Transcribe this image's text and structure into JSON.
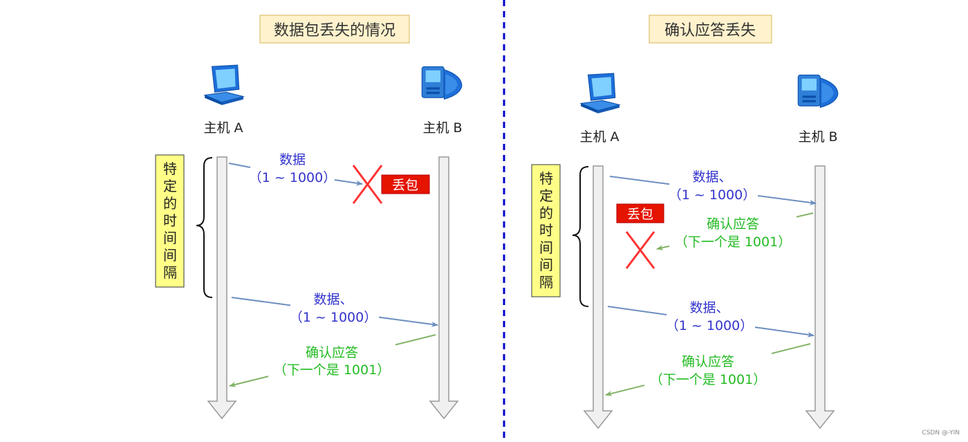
{
  "colors": {
    "title_bg": "#fff2cc",
    "title_border": "#d6b656",
    "label_bg": "#ffff88",
    "label_border": "#36393d",
    "data_arrow": "#6c8ebf",
    "ack_arrow": "#82b366",
    "data_text": "#3333cc",
    "ack_text": "#22bb22",
    "lost_badge": "#e51400",
    "cross": "#ff3333",
    "divider": "#0000cc",
    "lifeline_fill": "#f0f0f0",
    "lifeline_stroke": "#999999"
  },
  "left": {
    "title": "数据包丢失的情况",
    "host_a": "主机 A",
    "host_b": "主机 B",
    "interval_label": [
      "特",
      "定",
      "的",
      "时",
      "间",
      "间",
      "隔"
    ],
    "msg1": {
      "line1": "数据",
      "line2": "（1 ~ 1000）"
    },
    "lost_label": "丢包",
    "msg2": {
      "line1": "数据、",
      "line2": "（1 ~ 1000）"
    },
    "ack": {
      "line1": "确认应答",
      "line2": "（下一个是 1001）"
    }
  },
  "right": {
    "title": "确认应答丢失",
    "host_a": "主机 A",
    "host_b": "主机 B",
    "interval_label": [
      "特",
      "定",
      "的",
      "时",
      "间",
      "间",
      "隔"
    ],
    "msg1": {
      "line1": "数据、",
      "line2": "（1 ~ 1000）"
    },
    "lost_label": "丢包",
    "ack_lost": {
      "line1": "确认应答",
      "line2": "（下一个是 1001）"
    },
    "msg2": {
      "line1": "数据、",
      "line2": "（1 ~ 1000）"
    },
    "ack": {
      "line1": "确认应答",
      "line2": "（下一个是 1001）"
    }
  },
  "watermark": "CSDN @-YIN"
}
